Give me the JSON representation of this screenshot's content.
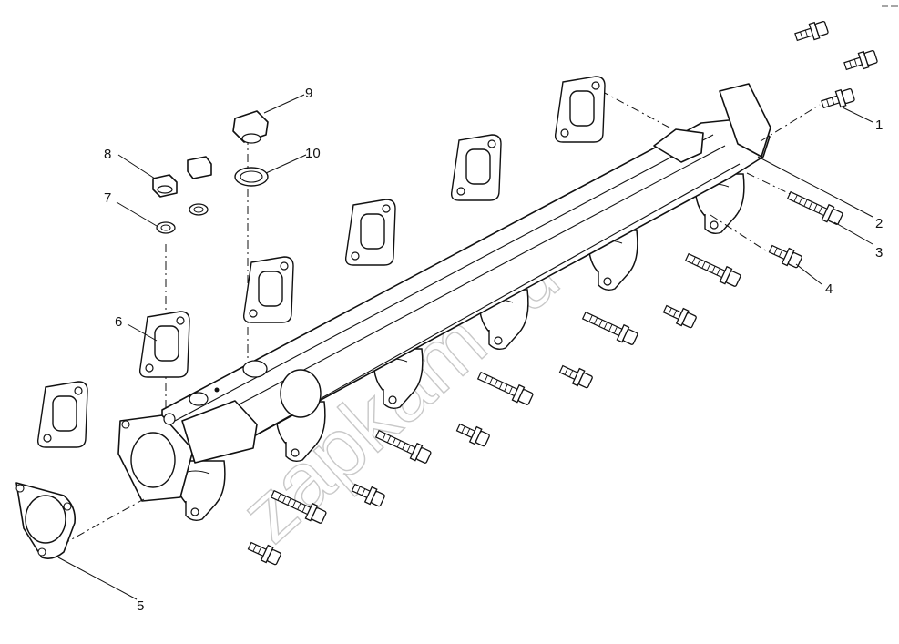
{
  "diagram": {
    "watermark": "zapkam.ru",
    "callouts": [
      "1",
      "2",
      "3",
      "4",
      "5",
      "6",
      "7",
      "8",
      "9",
      "10"
    ]
  },
  "colors": {
    "line": "#111111",
    "watermark": "#c8c8c8",
    "background": "#ffffff"
  }
}
